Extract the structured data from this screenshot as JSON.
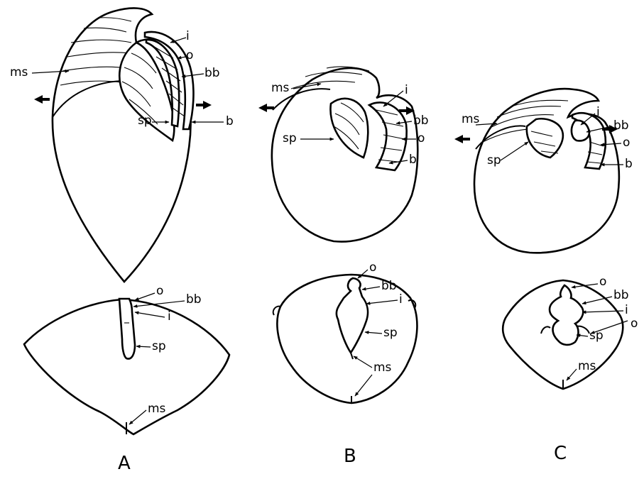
{
  "figure": {
    "panels": [
      {
        "letter": "A",
        "side_labels": [
          "ms",
          "sp",
          "i",
          "o",
          "bb",
          "b"
        ],
        "cross_labels": [
          "o",
          "bb",
          "i",
          "sp",
          "ms"
        ]
      },
      {
        "letter": "B",
        "side_labels": [
          "ms",
          "sp",
          "i",
          "bb",
          "o",
          "b"
        ],
        "cross_labels": [
          "o",
          "bb",
          "i",
          "sp",
          "ms"
        ]
      },
      {
        "letter": "C",
        "side_labels": [
          "ms",
          "sp",
          "i",
          "bb",
          "o",
          "b"
        ],
        "cross_labels": [
          "o",
          "bb",
          "i",
          "o",
          "sp",
          "ms"
        ]
      }
    ]
  }
}
